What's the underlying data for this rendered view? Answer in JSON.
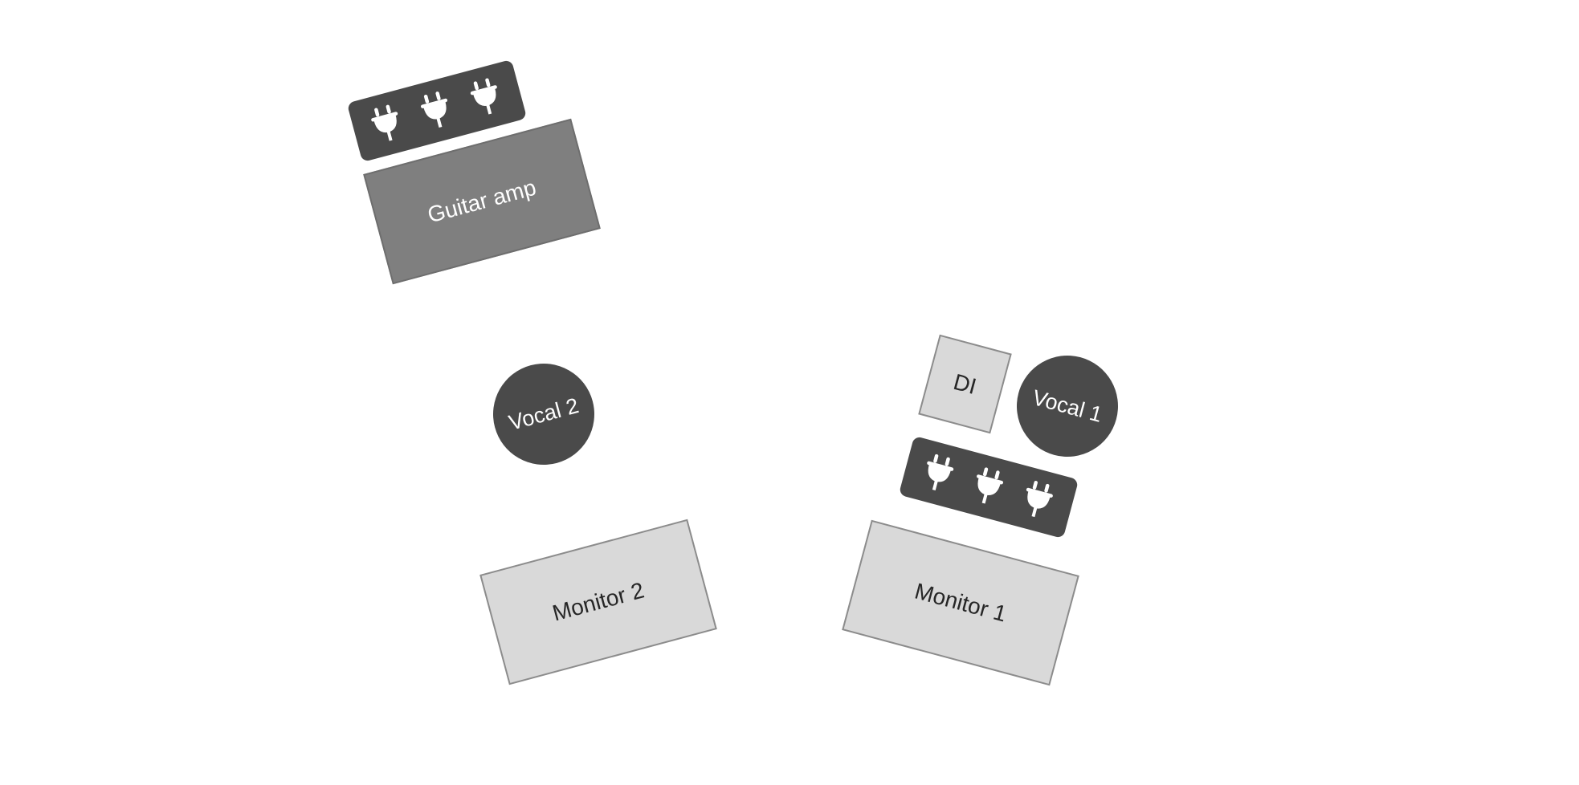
{
  "stage": {
    "guitar_amp": {
      "label": "Guitar amp"
    },
    "vocal_2": {
      "label": "Vocal 2"
    },
    "vocal_1": {
      "label": "Vocal 1"
    },
    "monitor_2": {
      "label": "Monitor 2"
    },
    "monitor_1": {
      "label": "Monitor 1"
    },
    "di": {
      "label": "DI"
    },
    "power_strips": [
      {
        "name": "power-strip-guitar",
        "outlets": 3,
        "icon": "plug-icon"
      },
      {
        "name": "power-strip-vocal-1",
        "outlets": 3,
        "icon": "plug-icon"
      }
    ]
  },
  "colors": {
    "background": "#ffffff",
    "dark": "#4a4a4a",
    "amp_fill": "#7f7f7f",
    "light_fill": "#d9d9d9",
    "outline": "#8c8c8c",
    "label_dark": "#262626",
    "label_light": "#ffffff"
  }
}
